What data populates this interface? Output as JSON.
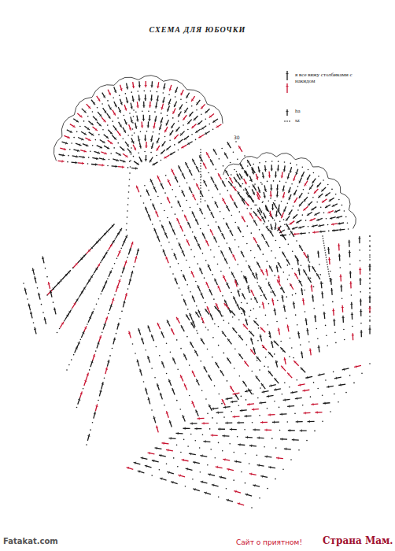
{
  "diagram": {
    "title": "СХЕМА ДЛЯ ЮБОЧКИ",
    "labels": [
      "30",
      "Fatakat.com",
      "Сайт о приятном!",
      "Страна Мам."
    ],
    "legend": [
      {
        "text": "я все вяжу столбиками с накидом"
      },
      {
        "text": "ha"
      },
      {
        "text": "sz"
      }
    ]
  }
}
